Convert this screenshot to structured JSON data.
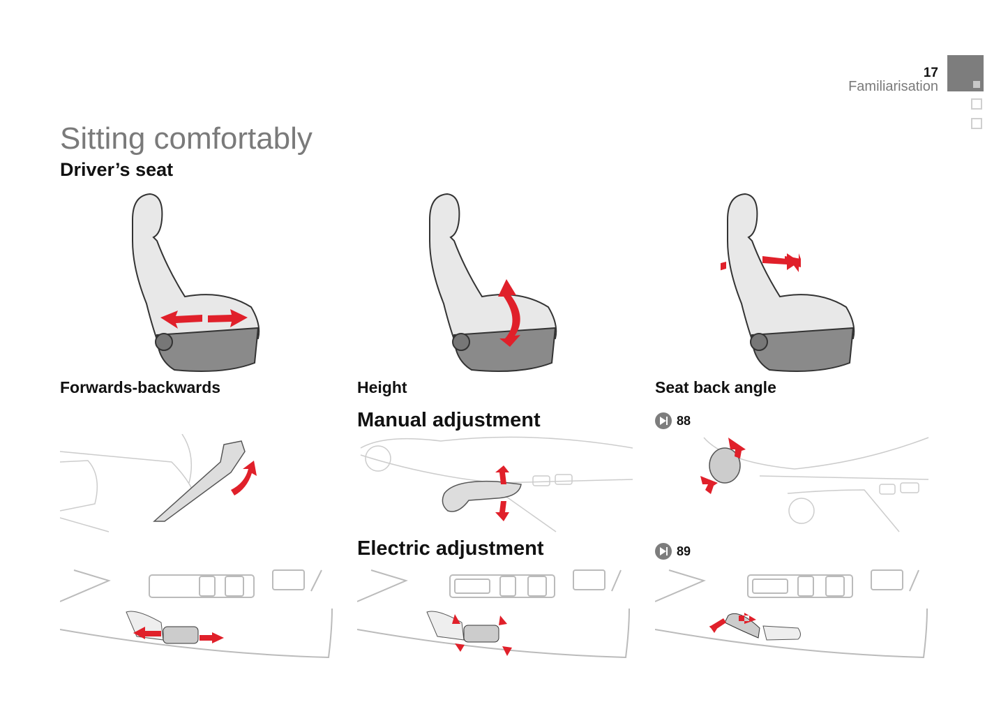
{
  "header": {
    "page_number": "17",
    "section": "Familiarisation"
  },
  "title": "Sitting comfortably",
  "subtitle": "Driver’s seat",
  "seat_captions": [
    "Forwards-backwards",
    "Height",
    "Seat back angle"
  ],
  "manual": {
    "heading": "Manual adjustment",
    "ref": "88"
  },
  "electric": {
    "heading": "Electric adjustment",
    "ref": "89"
  },
  "colors": {
    "accent": "#e0202a",
    "tab": "#7d7d7d",
    "title": "#7a7a7a"
  }
}
